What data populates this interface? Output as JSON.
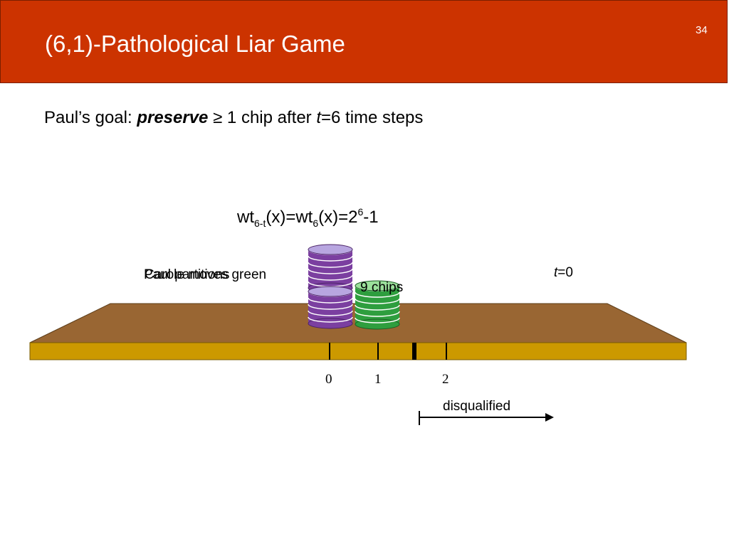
{
  "slide": {
    "title": "(6,1)-Pathological Liar Game",
    "number": "34"
  },
  "goal": {
    "prefix": "Paul’s goal:",
    "emphasis": "preserve",
    "symbol": "≥",
    "middle": "1 chip after",
    "t_var": "t",
    "suffix": "=6 time steps"
  },
  "formula": {
    "wt1": "wt",
    "sub1": "6-t",
    "mid": "(x)=wt",
    "sub2": "6",
    "mid2": "(x)=2",
    "sup": "6",
    "end": "-1"
  },
  "overlapping_labels": {
    "a": "Paul partitions",
    "b": "Carole moves green"
  },
  "time": {
    "var": "t",
    "value": "=0"
  },
  "chip_count_label": "9 chips",
  "axis_labels": [
    "0",
    "1",
    "2"
  ],
  "disqualified_label": "disqualified",
  "colors": {
    "header": "#cc3300",
    "board_top": "#996633",
    "board_front": "#cc9900",
    "purple_chip": "#7b3fa0",
    "green_chip": "#2e9e3e"
  }
}
